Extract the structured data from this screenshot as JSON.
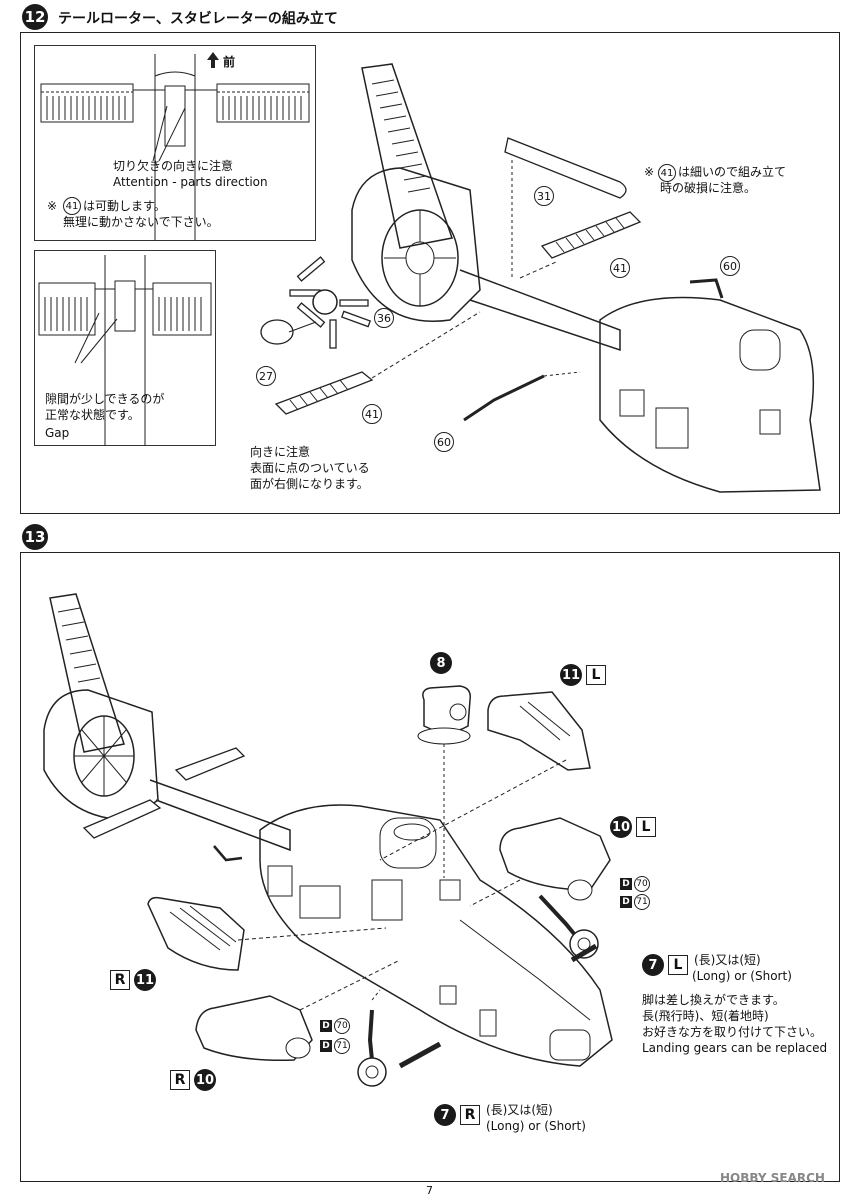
{
  "step12": {
    "number": "12",
    "title": "テールローター、スタビレーターの組み立て",
    "front_label": "前",
    "inset1_jp": "切り欠きの向きに注意",
    "inset1_en": "Attention - parts direction",
    "inset1_note_mark": "※",
    "inset1_note_part": "41",
    "inset1_note_line1": "は可動します。",
    "inset1_note_line2": "無理に動かさないで下さい。",
    "inset2_line1": "隙間が少しできるのが",
    "inset2_line2": "正常な状態です。",
    "inset2_en": "Gap",
    "note41_mark": "※",
    "note41_part": "41",
    "note41_line1": "は細いので組み立て",
    "note41_line2": "時の破損に注意。",
    "orient_line1": "向きに注意",
    "orient_line2": "表面に点のついている",
    "orient_line3": "面が右側になります。",
    "parts": [
      "31",
      "41",
      "60",
      "36",
      "27",
      "41",
      "60"
    ]
  },
  "step13": {
    "number": "13",
    "part8": "8",
    "part11L": "11",
    "label_L": "L",
    "part10L": "10",
    "part11R": "11",
    "label_R": "R",
    "part10R": "10",
    "d_tag": "D",
    "d70": "70",
    "d71": "71",
    "part7": "7",
    "long_short_jp": "(長)又は(短)",
    "long_short_en": "(Long) or (Short)",
    "gear_line1": "脚は差し換えができます。",
    "gear_line2": "長(飛行時)、短(着地時)",
    "gear_line3": "お好きな方を取り付けて下さい。",
    "gear_line4": "Landing gears can be replaced"
  },
  "page_number": "7",
  "watermark": "HOBBY SEARCH"
}
